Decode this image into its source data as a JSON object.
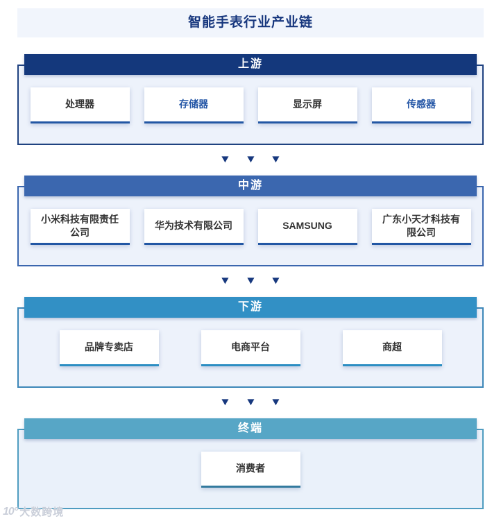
{
  "title": "智能手表行业产业链",
  "theme": {
    "page_bg": "#ffffff",
    "title_bar_bg": "#f1f5fc",
    "title_color": "#17377e",
    "arrow_color": "#17387e",
    "box_bg": "#ffffff",
    "dark_text": "#333333",
    "link_text": "#2456a6"
  },
  "arrows": {
    "glyph": "▼"
  },
  "sections": [
    {
      "id": "upstream",
      "label": "上游",
      "header_bg": "#14387c",
      "border_color": "#1f4280",
      "body_bg": "#edf2fb",
      "box_accent": "#2357a4",
      "items": [
        {
          "label": "处理器",
          "color": "#333333"
        },
        {
          "label": "存储器",
          "color": "#2456a6"
        },
        {
          "label": "显示屏",
          "color": "#333333"
        },
        {
          "label": "传感器",
          "color": "#2456a6"
        }
      ]
    },
    {
      "id": "midstream",
      "label": "中游",
      "header_bg": "#3b67af",
      "border_color": "#3a66ae",
      "body_bg": "#edf2fb",
      "box_accent": "#2357a4",
      "items": [
        {
          "label": "小米科技有限责任公司",
          "color": "#333333"
        },
        {
          "label": "华为技术有限公司",
          "color": "#333333"
        },
        {
          "label": "SAMSUNG",
          "color": "#333333"
        },
        {
          "label": "广东小天才科技有限公司",
          "color": "#333333"
        }
      ]
    },
    {
      "id": "downstream",
      "label": "下游",
      "header_bg": "#3290c5",
      "border_color": "#3d87b8",
      "body_bg": "#edf2fb",
      "box_accent": "#2c8ec3",
      "items": [
        {
          "label": "品牌专卖店",
          "color": "#333333"
        },
        {
          "label": "电商平台",
          "color": "#333333"
        },
        {
          "label": "商超",
          "color": "#333333"
        }
      ]
    },
    {
      "id": "terminal",
      "label": "终端",
      "header_bg": "#57a6c6",
      "border_color": "#4f9cc0",
      "body_bg": "#eaf1fa",
      "box_accent": "#337a9e",
      "items": [
        {
          "label": "消费者",
          "color": "#333333"
        }
      ]
    }
  ],
  "watermark": {
    "logo": "10°",
    "text": "大数跨境"
  }
}
